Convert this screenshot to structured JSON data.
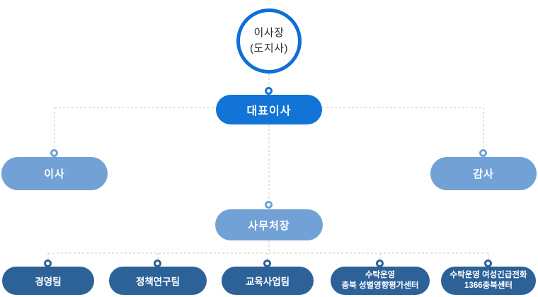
{
  "colors": {
    "primary_blue": "#0e6fd6",
    "ceo_blue": "#1274d6",
    "light_blue": "#72a1d6",
    "navy": "#2d6298",
    "connector_gray": "#c7c7c7",
    "text_dark": "#2b2b2b",
    "text_white": "#ffffff"
  },
  "nodes": {
    "chairman": {
      "line1": "이사장",
      "line2": "(도지사)"
    },
    "ceo": {
      "label": "대표이사"
    },
    "director": {
      "label": "이사"
    },
    "auditor": {
      "label": "감사"
    },
    "secretary": {
      "label": "사무처장"
    },
    "teams": [
      {
        "label": "경영팀"
      },
      {
        "label": "정책연구팀"
      },
      {
        "label": "교육사업팀"
      },
      {
        "line1": "수탁운영",
        "line2": "충북 성별영향평가센터"
      },
      {
        "line1": "수탁운영 여성긴급전화",
        "line2": "1366충북센터"
      }
    ]
  }
}
